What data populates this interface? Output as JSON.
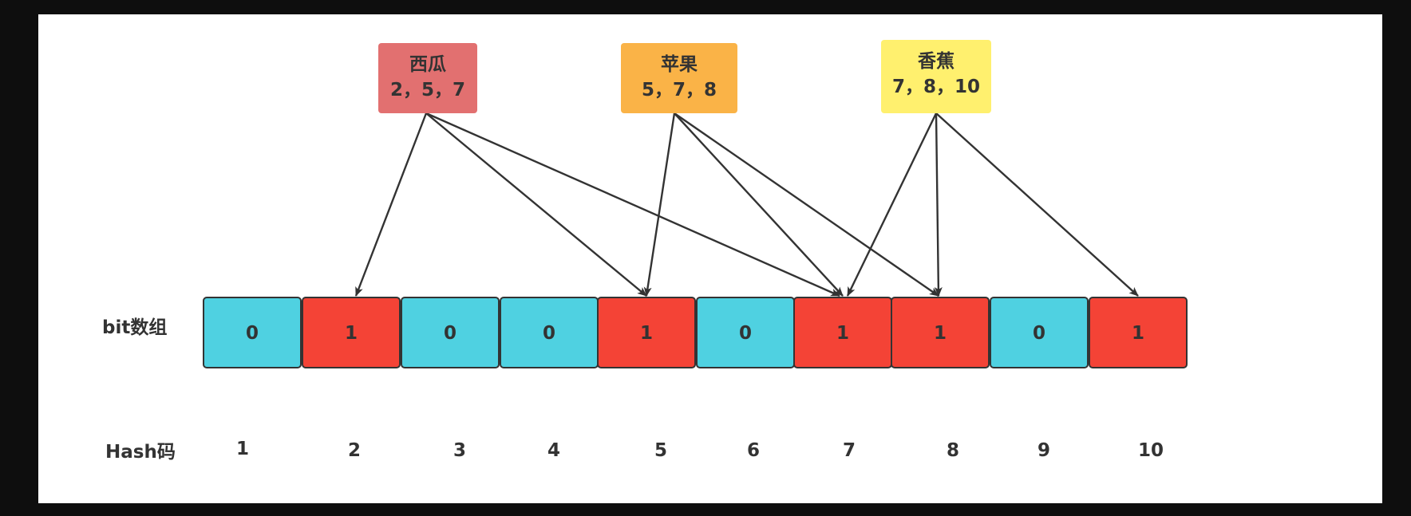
{
  "fruits": [
    {
      "name": "西瓜",
      "codes": "2，5，7",
      "color": "#e27070",
      "targets": [
        2,
        5,
        7
      ]
    },
    {
      "name": "苹果",
      "codes": "5，7，8",
      "color": "#fab347",
      "targets": [
        5,
        7,
        8
      ]
    },
    {
      "name": "香蕉",
      "codes": "7，8，10",
      "color": "#fff06e",
      "targets": [
        7,
        8,
        10
      ]
    }
  ],
  "bit_row_label": "bit数组",
  "hash_row_label": "Hash码",
  "bits": [
    "0",
    "1",
    "0",
    "0",
    "1",
    "0",
    "1",
    "1",
    "0",
    "1"
  ],
  "hash_codes": [
    "1",
    "2",
    "3",
    "4",
    "5",
    "6",
    "7",
    "8",
    "9",
    "10"
  ],
  "colors": {
    "bit_zero": "#4fd1e1",
    "bit_one": "#f44336",
    "cell_border": "#333333",
    "arrow": "#333333"
  }
}
